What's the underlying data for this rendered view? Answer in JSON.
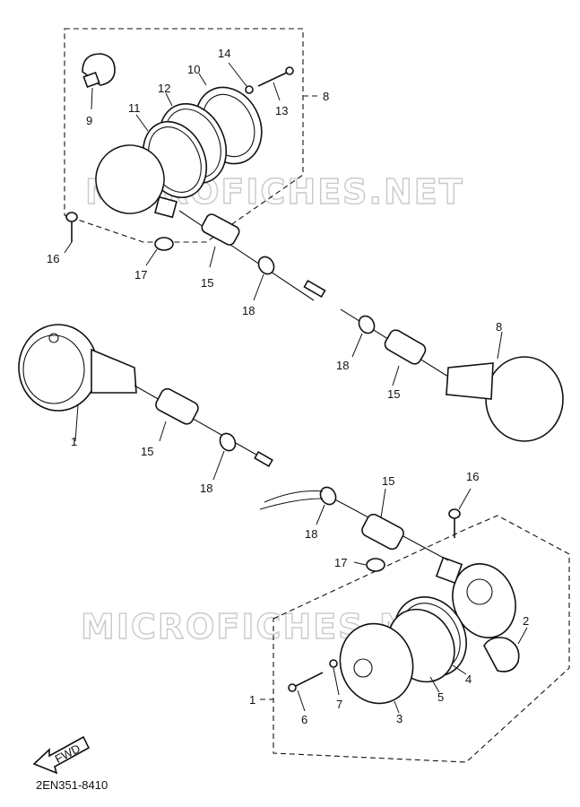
{
  "watermark": "MICROFICHES.NET",
  "diagram_code": "2EN351-8410",
  "fwd_label": "FWD",
  "labels": {
    "l1a": "1",
    "l1b": "1",
    "l2": "2",
    "l3": "3",
    "l4": "4",
    "l5": "5",
    "l6": "6",
    "l7": "7",
    "l8a": "8",
    "l8b": "8",
    "l9": "9",
    "l10": "10",
    "l11": "11",
    "l12": "12",
    "l13": "13",
    "l14": "14",
    "l15a": "15",
    "l15b": "15",
    "l15c": "15",
    "l15d": "15",
    "l16a": "16",
    "l16b": "16",
    "l17a": "17",
    "l17b": "17",
    "l18a": "18",
    "l18b": "18",
    "l18c": "18",
    "l18d": "18"
  }
}
